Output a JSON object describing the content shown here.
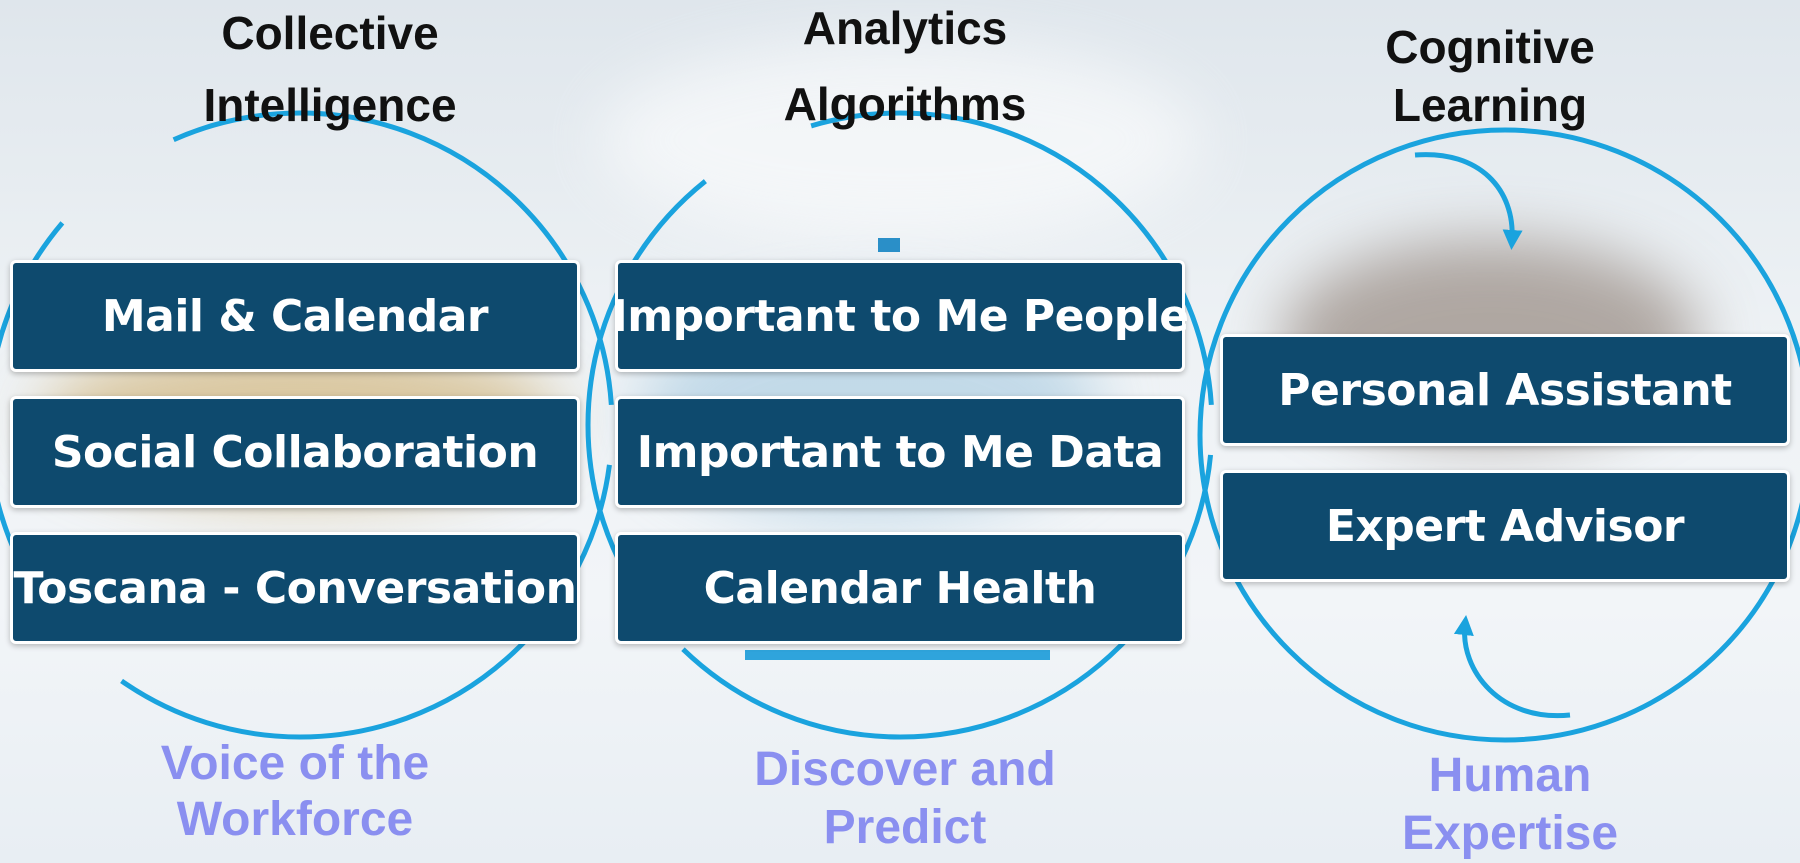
{
  "columns": [
    {
      "heading": [
        "Collective",
        "Intelligence"
      ],
      "items": [
        "Mail & Calendar",
        "Social Collaboration",
        "Toscana - Conversation"
      ],
      "footer": [
        "Voice of the",
        "Workforce"
      ]
    },
    {
      "heading": [
        "Analytics",
        "Algorithms"
      ],
      "items": [
        "Important to Me People",
        "Important to Me Data",
        "Calendar Health"
      ],
      "footer": [
        "Discover and",
        "Predict"
      ]
    },
    {
      "heading": [
        "Cognitive",
        "Learning"
      ],
      "items": [
        "Personal Assistant",
        "Expert Advisor"
      ],
      "footer": [
        "Human",
        "Expertise"
      ]
    }
  ],
  "colors": {
    "box_fill": "#0e4a6e",
    "circle_stroke": "#1aa3de",
    "footer_text": "#8a8ff0"
  }
}
